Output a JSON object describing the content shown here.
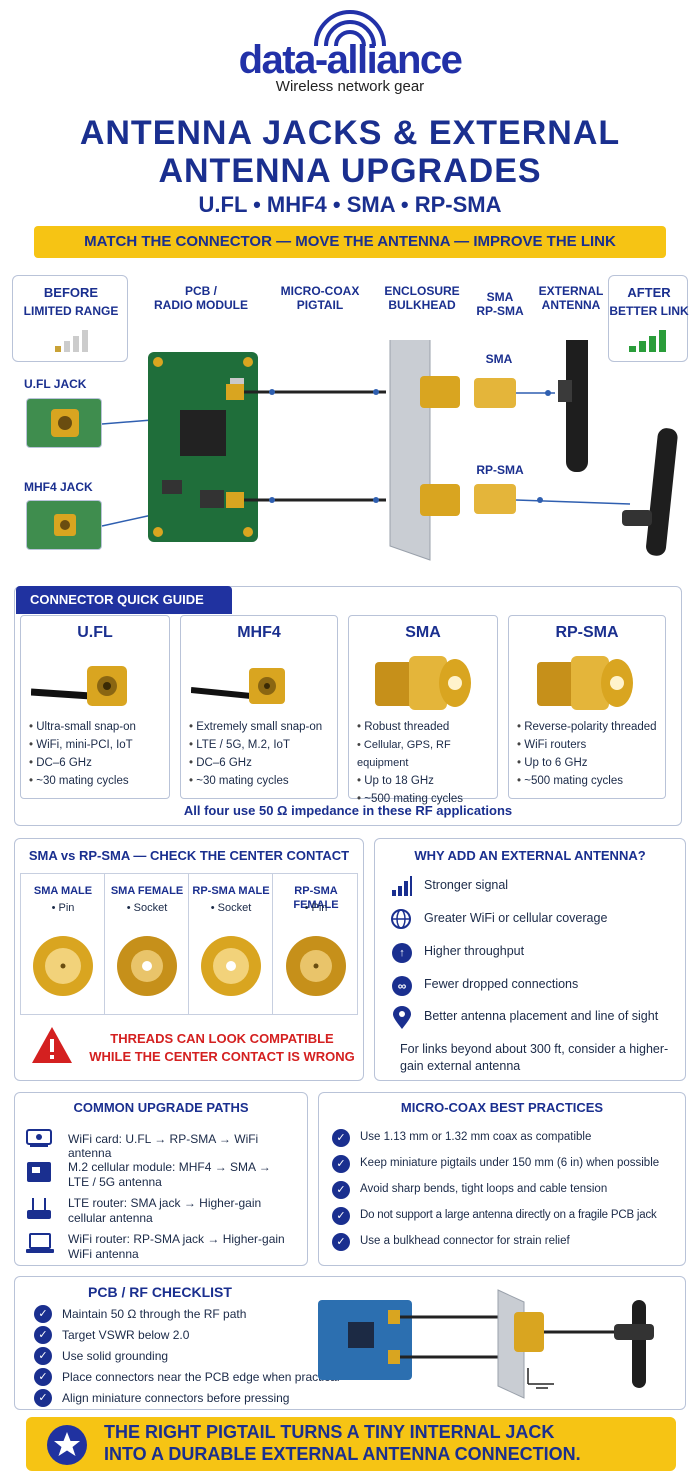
{
  "header": {
    "logo": "data-alliance",
    "tagline": "Wireless network gear",
    "title_line1": "ANTENNA JACKS & EXTERNAL",
    "title_line2": "ANTENNA UPGRADES",
    "subtitle": "U.FL • MHF4 • SMA • RP-SMA",
    "banner": "MATCH THE CONNECTOR — MOVE THE ANTENNA — IMPROVE THE LINK"
  },
  "diagram": {
    "before_label": "BEFORE",
    "before_sub": "LIMITED RANGE",
    "after_label": "AFTER",
    "after_sub": "BETTER LINK",
    "col_pcb": "PCB /\nRADIO MODULE",
    "col_coax": "MICRO-COAX\nPIGTAIL",
    "col_bulkhead": "ENCLOSURE\nBULKHEAD",
    "col_sma": "SMA\nRP-SMA",
    "col_antenna": "EXTERNAL\nANTENNA",
    "ufl_jack": "U.FL JACK",
    "mhf4_jack": "MHF4 JACK",
    "sma_tag": "SMA",
    "rpsma_tag": "RP-SMA"
  },
  "guide": {
    "header": "CONNECTOR QUICK GUIDE",
    "cards": [
      {
        "name": "U.FL",
        "points": [
          "Ultra-small snap-on",
          "WiFi, mini-PCI, IoT",
          "DC–6 GHz",
          "~30 mating cycles"
        ]
      },
      {
        "name": "MHF4",
        "points": [
          "Extremely small snap-on",
          "LTE / 5G, M.2, IoT",
          "DC–6 GHz",
          "~30 mating cycles"
        ]
      },
      {
        "name": "SMA",
        "points": [
          "Robust threaded",
          "Cellular, GPS, RF equipment",
          "Up to 18 GHz",
          "~500 mating cycles"
        ]
      },
      {
        "name": "RP-SMA",
        "points": [
          "Reverse-polarity threaded",
          "WiFi routers",
          "Up to 6 GHz",
          "~500 mating cycles"
        ]
      }
    ],
    "footnote": "All four use 50 Ω impedance in these RF applications"
  },
  "compare": {
    "title": "SMA vs RP-SMA — CHECK THE CENTER CONTACT",
    "items": [
      {
        "name": "SMA MALE",
        "contact": "• Pin"
      },
      {
        "name": "SMA FEMALE",
        "contact": "• Socket"
      },
      {
        "name": "RP-SMA MALE",
        "contact": "• Socket"
      },
      {
        "name": "RP-SMA FEMALE",
        "contact": "• Pin"
      }
    ],
    "warning_line1": "THREADS CAN LOOK COMPATIBLE",
    "warning_line2": "WHILE THE CENTER CONTACT IS WRONG"
  },
  "why": {
    "title": "WHY ADD AN EXTERNAL ANTENNA?",
    "items": [
      "Stronger signal",
      "Greater WiFi or cellular coverage",
      "Higher throughput",
      "Fewer dropped connections",
      "Better antenna placement and line of sight"
    ],
    "note": "For links beyond about 300 ft, consider a higher-gain external antenna"
  },
  "paths": {
    "title": "COMMON UPGRADE PATHS",
    "items": [
      "WiFi card: U.FL → RP-SMA → WiFi antenna",
      "M.2 cellular module: MHF4 → SMA → LTE / 5G antenna",
      "LTE router: SMA jack → Higher-gain cellular antenna",
      "WiFi router: RP-SMA jack → Higher-gain WiFi antenna"
    ]
  },
  "practices": {
    "title": "MICRO-COAX BEST PRACTICES",
    "items": [
      "Use 1.13 mm or 1.32 mm coax as compatible",
      "Keep miniature pigtails under 150 mm (6 in) when possible",
      "Avoid sharp bends, tight loops and cable tension",
      "Do not support a large antenna directly on a fragile PCB jack",
      "Use a bulkhead connector for strain relief"
    ]
  },
  "checklist": {
    "title": "PCB / RF CHECKLIST",
    "items": [
      "Maintain 50 Ω through the RF path",
      "Target VSWR below 2.0",
      "Use solid grounding",
      "Place connectors near the PCB edge when practical",
      "Align miniature connectors before pressing"
    ]
  },
  "footer": {
    "line1": "THE RIGHT PIGTAIL TURNS A TINY INTERNAL JACK",
    "line2": "INTO A DURABLE EXTERNAL ANTENNA CONNECTION."
  },
  "colors": {
    "navy": "#1a2f8f",
    "yellow": "#f6c414",
    "pcb_green": "#1f6e3a",
    "gold": "#d9a520",
    "warning_red": "#d42020"
  }
}
